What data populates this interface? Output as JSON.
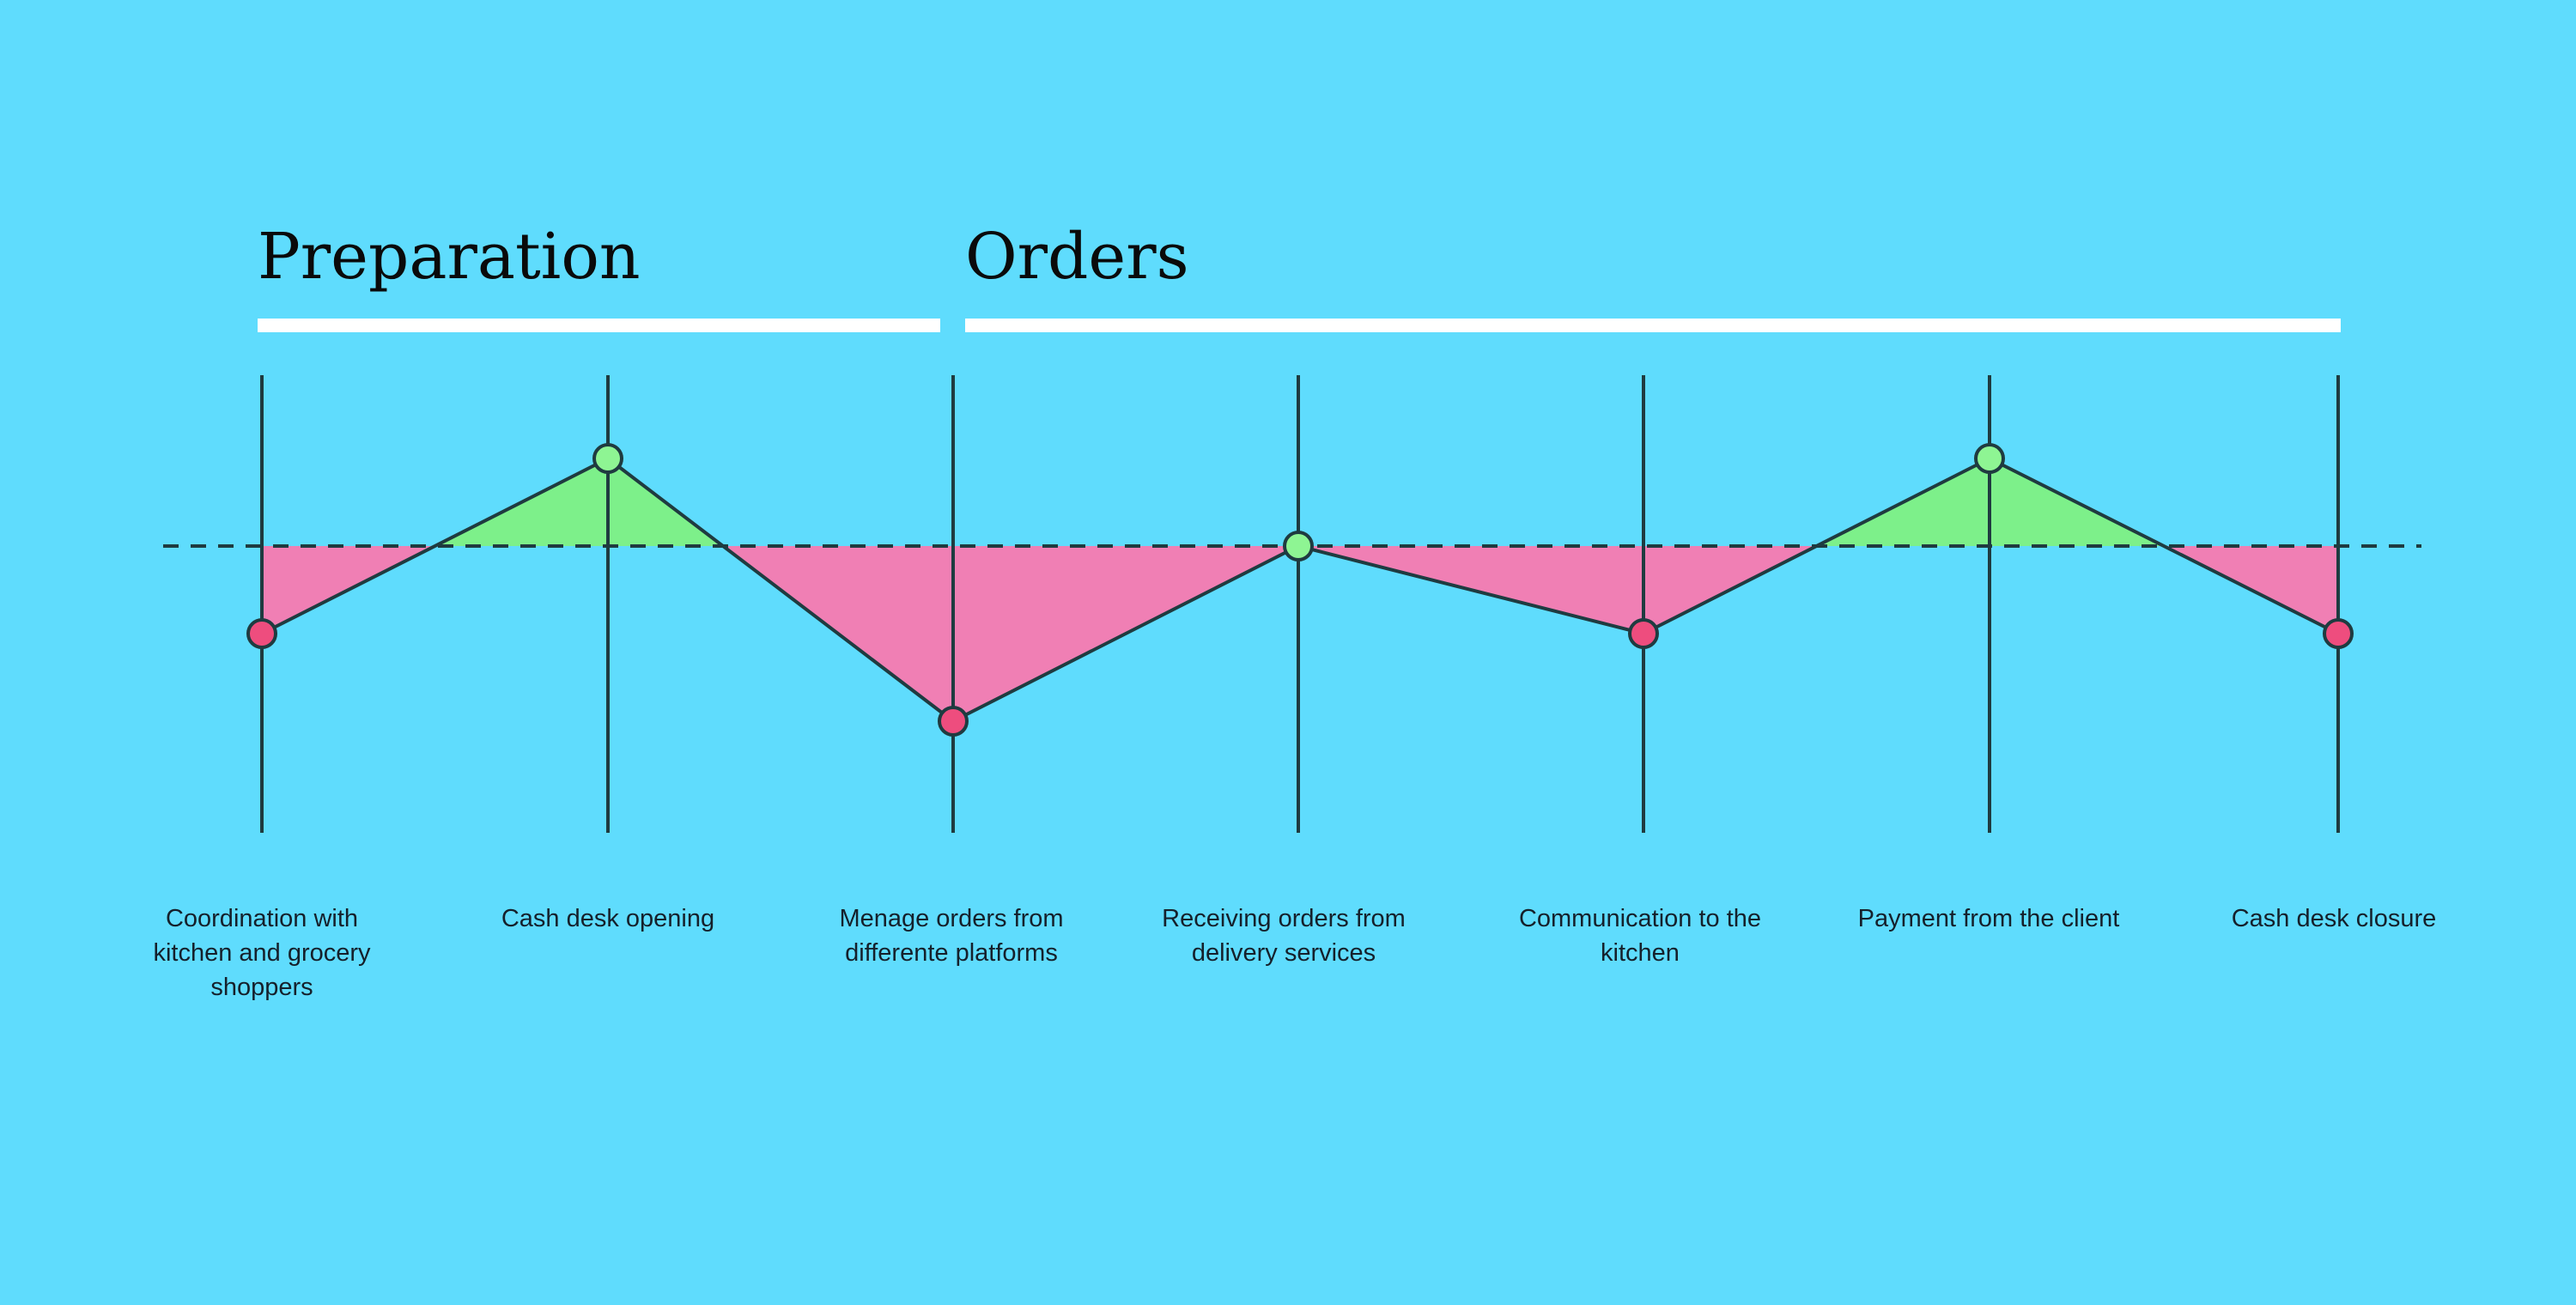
{
  "phases": [
    {
      "title": "Preparation"
    },
    {
      "title": "Orders"
    }
  ],
  "steps": [
    {
      "label": "Coordination with kitchen and grocery shoppers",
      "level": -1
    },
    {
      "label": "Cash desk opening",
      "level": 1
    },
    {
      "label": "Menage orders from differente platforms",
      "level": -2
    },
    {
      "label": "Receiving orders from delivery services",
      "level": 0
    },
    {
      "label": "Communication to the kitchen",
      "level": -1
    },
    {
      "label": "Payment from the client",
      "level": 1
    },
    {
      "label": "Cash desk closure",
      "level": -1
    }
  ],
  "colors": {
    "background": "#5fdcfd",
    "positive_fill": "#7df08a",
    "negative_fill": "#f07fb4",
    "positive_point": "#8ef593",
    "negative_point": "#ee4d7e",
    "line": "#1f3b40",
    "bar": "#ffffff"
  }
}
